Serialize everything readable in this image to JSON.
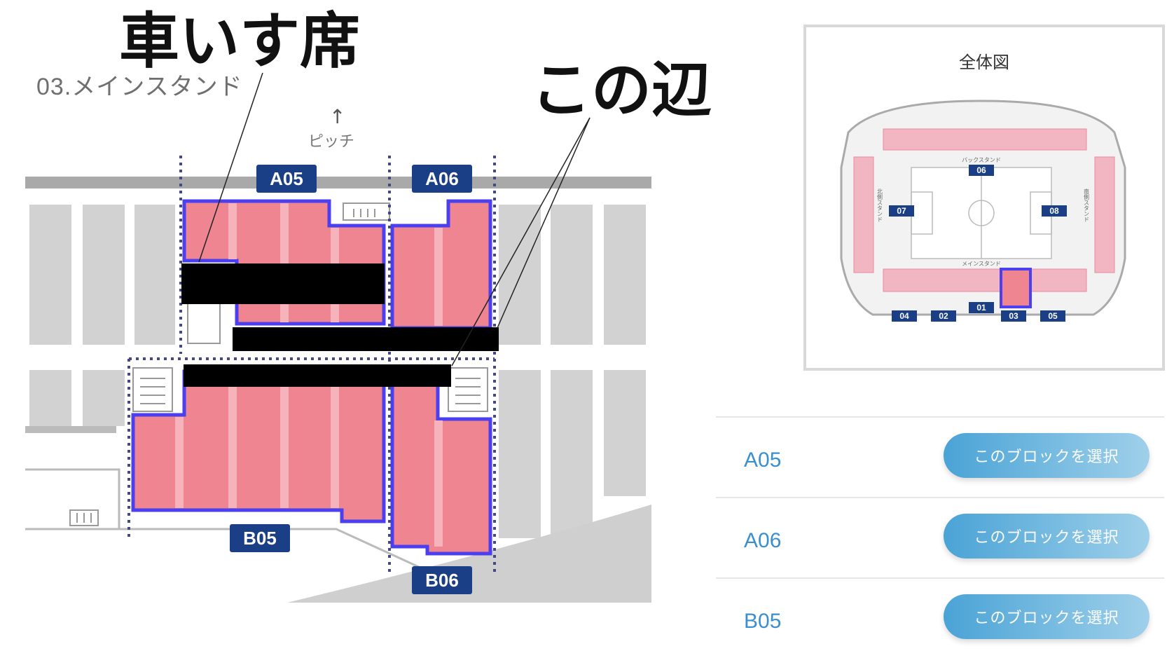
{
  "annotations": {
    "wheelchair": "車いす席",
    "this_area": "この辺"
  },
  "section": {
    "title": "03.メインスタンド",
    "pitch_label": "ピッチ",
    "pitch_arrow": "↑"
  },
  "map_labels": {
    "a05": "A05",
    "a06": "A06",
    "b05": "B05",
    "b06": "B06"
  },
  "overview": {
    "title": "全体図",
    "back_stand": "バックスタンド",
    "main_stand": "メインスタンド",
    "north_stand": "北側スタンド",
    "south_stand": "南側スタンド",
    "blocks": {
      "b01": "01",
      "b02": "02",
      "b03": "03",
      "b04": "04",
      "b05": "05",
      "b06": "06",
      "b07": "07",
      "b08": "08"
    }
  },
  "block_list": [
    {
      "name": "A05",
      "button": "このブロックを選択"
    },
    {
      "name": "A06",
      "button": "このブロックを選択"
    },
    {
      "name": "B05",
      "button": "このブロックを選択"
    }
  ],
  "colors": {
    "seat_pink": "#ee8591",
    "outline_blue": "#4b3ff0",
    "label_navy": "#1b3f86",
    "button_blue": "#4aa3d6"
  }
}
